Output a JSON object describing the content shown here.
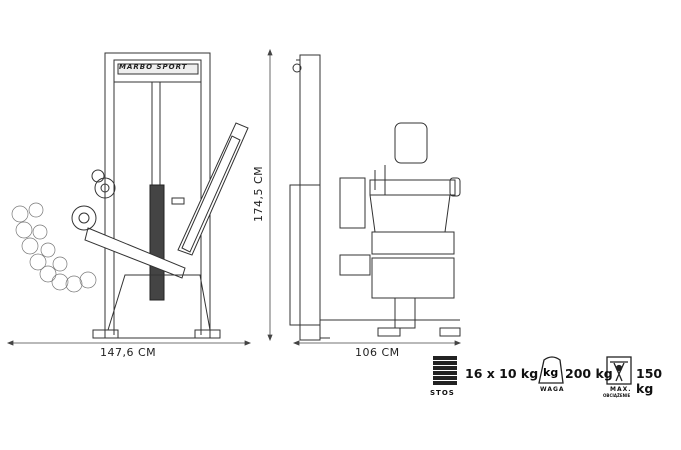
{
  "logo": "MARBO SPORT",
  "dimensions": {
    "width_front": "147,6 CM",
    "height": "174,5 CM",
    "depth_side": "106 CM"
  },
  "specs": {
    "stack": {
      "value": "16 x 10 kg",
      "label": "STOS",
      "icon": "weight-stack-icon"
    },
    "weight": {
      "value": "200 kg",
      "label": "WAGA",
      "icon_text": "kg",
      "icon": "kg-weight-icon"
    },
    "max_load": {
      "value": "150 kg",
      "label": "MAX.",
      "sublabel": "OBCIĄŻENIE",
      "icon": "weightlifter-icon"
    }
  }
}
